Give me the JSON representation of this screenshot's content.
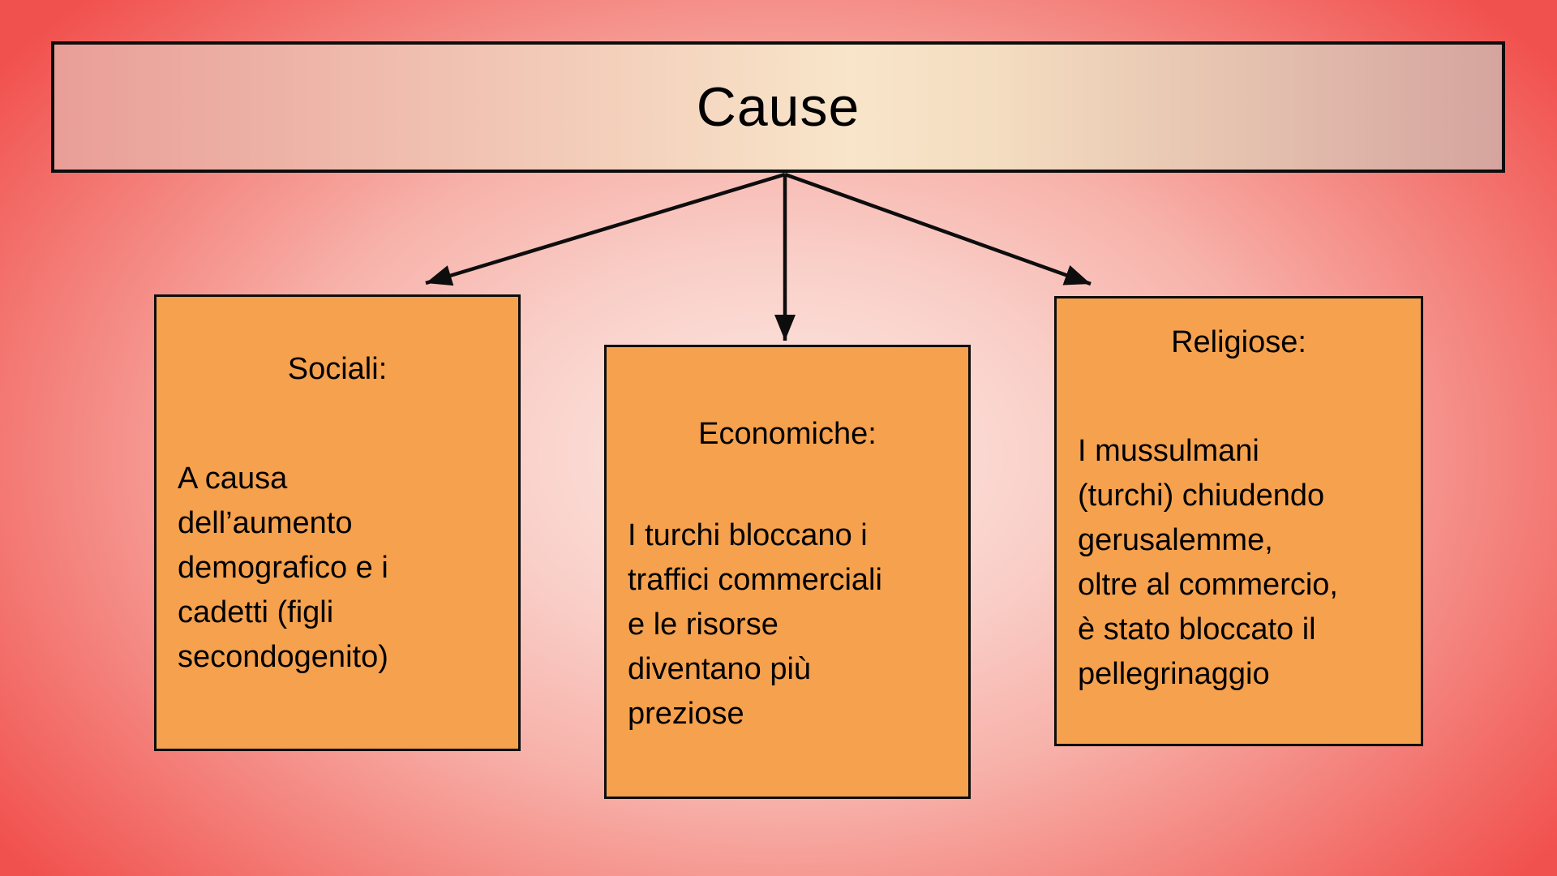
{
  "title": {
    "label": "Cause"
  },
  "boxes": [
    {
      "heading": "Sociali:",
      "body_lines": [
        "A causa",
        "dell’aumento",
        "demografico e i",
        "cadetti (figli",
        "secondogenito)"
      ]
    },
    {
      "heading": "Economiche:",
      "body_lines": [
        "I turchi bloccano i",
        "traffici commerciali",
        "e le risorse",
        "diventano più",
        "preziose"
      ]
    },
    {
      "heading": "Religiose:",
      "body_lines": [
        "I mussulmani",
        "(turchi) chiudendo",
        "gerusalemme,",
        "oltre al commercio,",
        "è stato bloccato il",
        "pellegrinaggio"
      ]
    }
  ],
  "connections": [
    {
      "from": "Cause",
      "to": "Sociali:"
    },
    {
      "from": "Cause",
      "to": "Economiche:"
    },
    {
      "from": "Cause",
      "to": "Religiose:"
    }
  ],
  "colors": {
    "background_edge_red": "#f1514e",
    "background_center": "#fcebe3",
    "box_fill_orange": "#f5a14e",
    "box_border": "#0d0d0d",
    "title_bar_gradient_left": "#e99e98",
    "title_bar_gradient_center": "#f8e5ca",
    "title_bar_gradient_right": "#d5a49e",
    "arrow_color": "#0d0d0d",
    "text_color": "#000000"
  }
}
